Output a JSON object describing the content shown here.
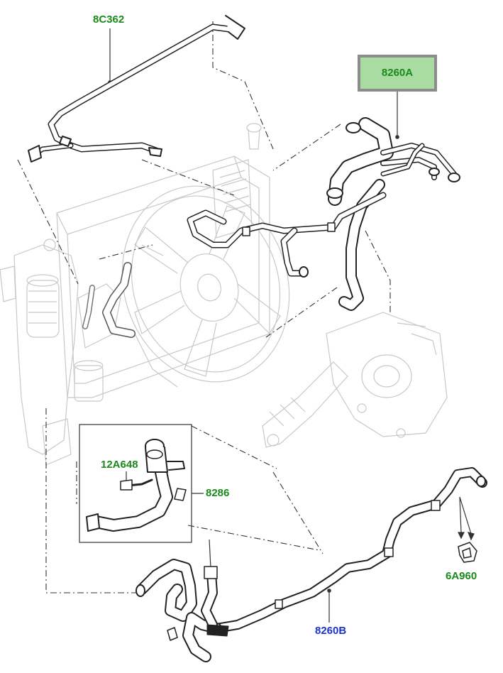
{
  "callouts": {
    "c1": "8C362",
    "c2": "8260A",
    "c3": "12A648",
    "c4": "8286",
    "c5": "6A960",
    "c6": "8260B"
  },
  "colors": {
    "green_label": "#1a8a1a",
    "blue_label": "#1a33c8",
    "highlight_fill": "#a9dca0",
    "highlight_border": "#8c8c8c",
    "hose_line": "#222222",
    "component_line": "#c8c8c8"
  }
}
